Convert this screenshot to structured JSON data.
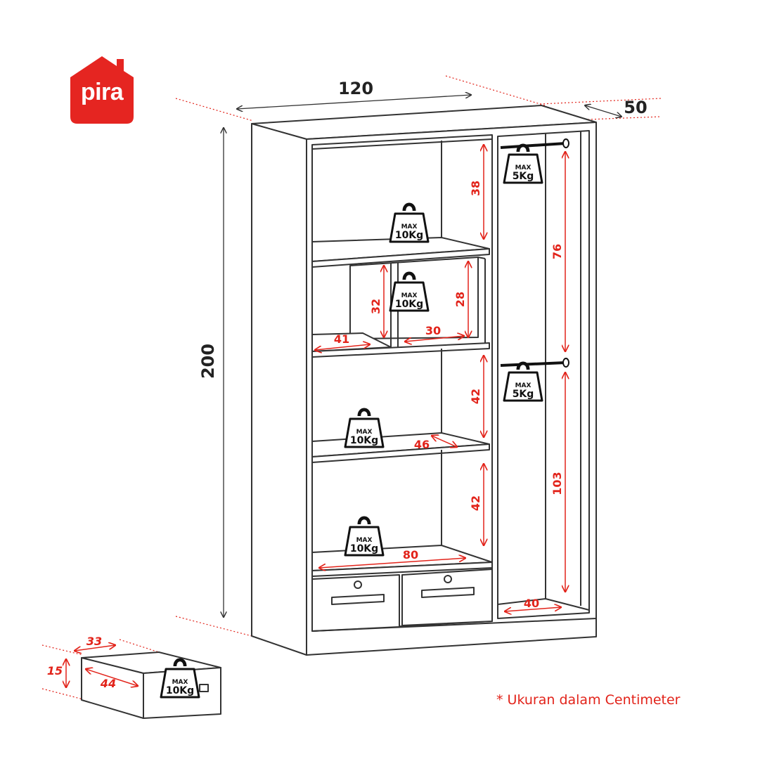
{
  "brand": {
    "name": "pira",
    "color": "#e52521"
  },
  "note": "* Ukuran dalam Centimeter",
  "colors": {
    "accent": "#e2231a",
    "line": "#333333"
  },
  "dimensions": {
    "width": "120",
    "depth": "50",
    "height": "200",
    "shelf_top_height": "38",
    "inner_box_height": "32",
    "inner_box_height_right": "28",
    "inner_shelf_width": "41",
    "inner_box_width": "30",
    "shelf_mid_height": "42",
    "shelf_depth": "46",
    "shelf_low_height": "42",
    "shelf_width": "80",
    "hang_top_height": "76",
    "hang_bottom_height": "103",
    "hang_floor_width": "40",
    "drawer_width": "33",
    "drawer_height": "15",
    "drawer_depth": "44"
  },
  "weights": {
    "max_label": "MAX",
    "shelf_load": "10Kg",
    "rail_load": "5Kg"
  }
}
